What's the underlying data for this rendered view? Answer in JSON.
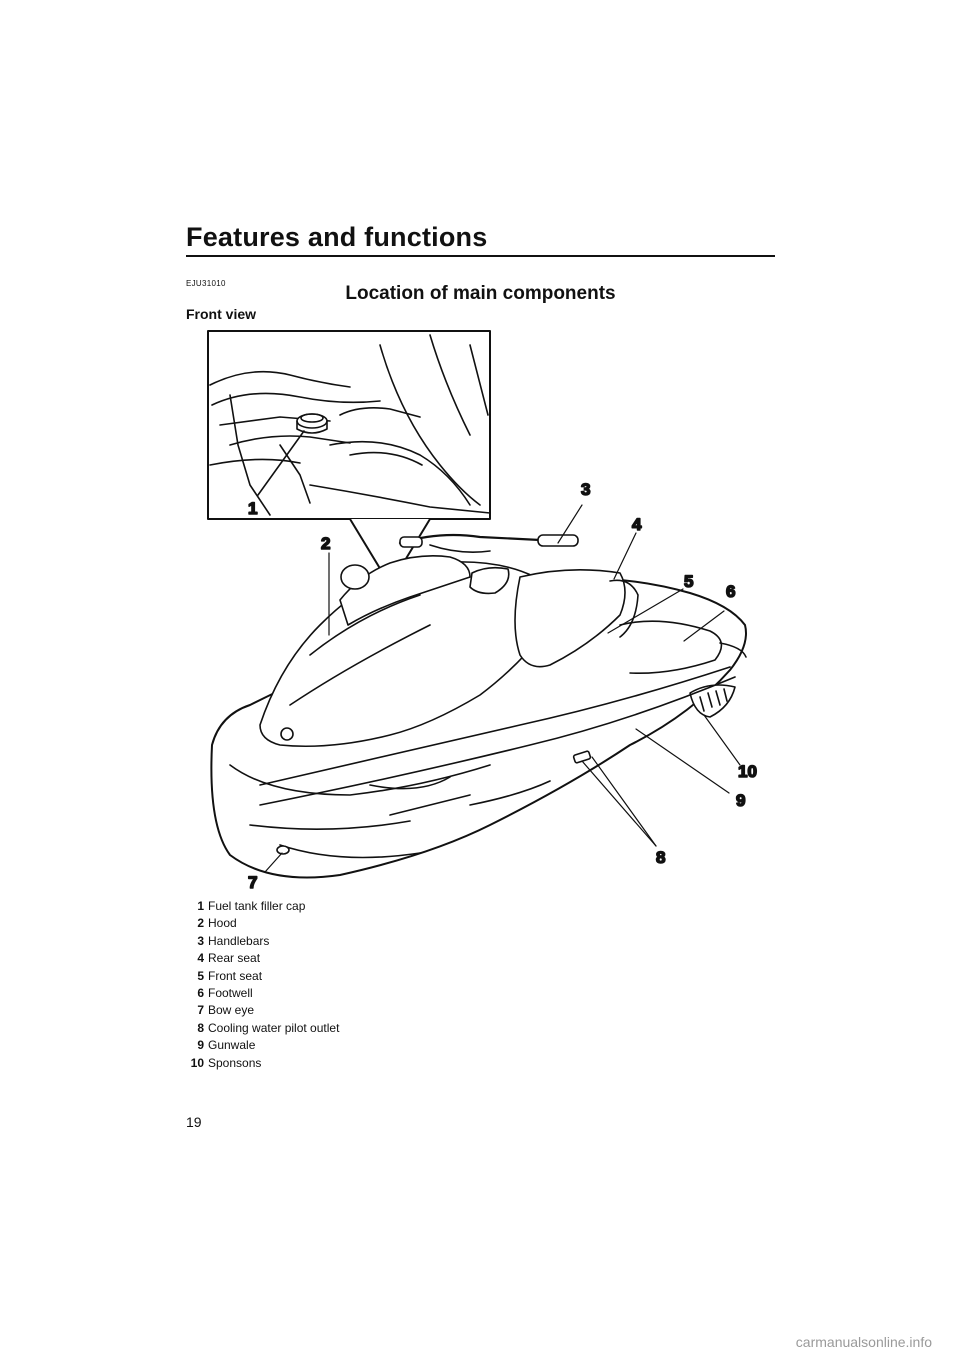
{
  "header": {
    "title": "Features and functions"
  },
  "doc_code": "EJU31010",
  "section_title": "Location of main components",
  "subhead": "Front view",
  "callouts": [
    "1",
    "2",
    "3",
    "4",
    "5",
    "6",
    "7",
    "8",
    "9",
    "10"
  ],
  "legend": [
    {
      "num": "1",
      "label": "Fuel tank filler cap"
    },
    {
      "num": "2",
      "label": "Hood"
    },
    {
      "num": "3",
      "label": "Handlebars"
    },
    {
      "num": "4",
      "label": "Rear seat"
    },
    {
      "num": "5",
      "label": "Front seat"
    },
    {
      "num": "6",
      "label": "Footwell"
    },
    {
      "num": "7",
      "label": "Bow eye"
    },
    {
      "num": "8",
      "label": "Cooling water pilot outlet"
    },
    {
      "num": "9",
      "label": "Gunwale"
    },
    {
      "num": "10",
      "label": "Sponsons"
    }
  ],
  "page_number": "19",
  "watermark": "carmanualsonline.info"
}
